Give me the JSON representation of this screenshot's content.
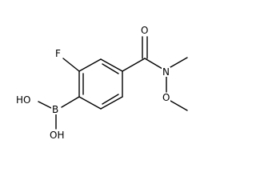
{
  "molecule": {
    "atoms": {
      "fluorine": "F",
      "boron": "B",
      "hydroxyl_upper": "HO",
      "hydroxyl_lower": "OH",
      "carbonyl_oxygen": "O",
      "amide_nitrogen": "N",
      "methoxy_oxygen": "O"
    }
  },
  "colors": {
    "bond": "#000000",
    "background": "#ffffff"
  }
}
